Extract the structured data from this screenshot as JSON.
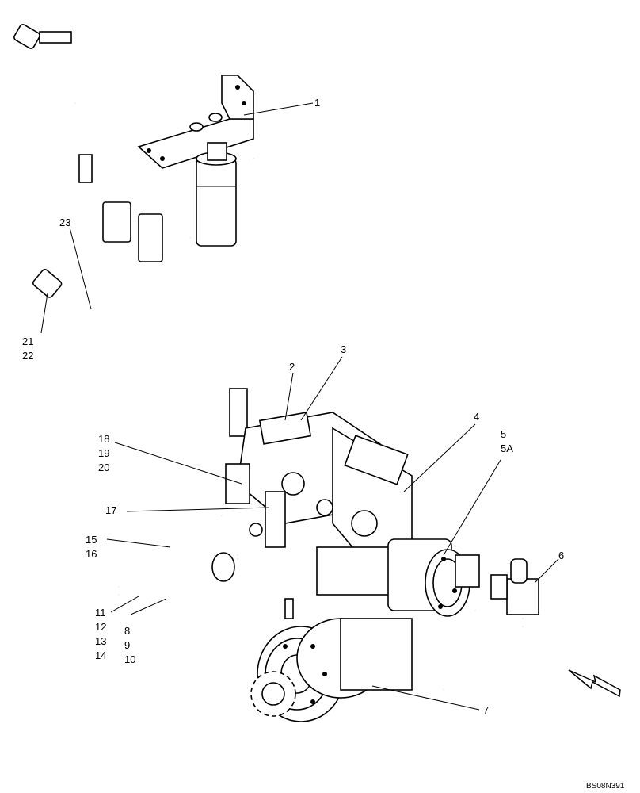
{
  "diagram": {
    "reference_code": "BS08N391",
    "callouts": [
      {
        "id": "c1",
        "lines": [
          "1"
        ]
      },
      {
        "id": "c2",
        "lines": [
          "2"
        ]
      },
      {
        "id": "c3",
        "lines": [
          "3"
        ]
      },
      {
        "id": "c4",
        "lines": [
          "4"
        ]
      },
      {
        "id": "c5",
        "lines": [
          "5",
          "5A"
        ]
      },
      {
        "id": "c6",
        "lines": [
          "6"
        ]
      },
      {
        "id": "c7",
        "lines": [
          "7"
        ]
      },
      {
        "id": "c8",
        "lines": [
          "8",
          "9",
          "10"
        ]
      },
      {
        "id": "c11",
        "lines": [
          "11",
          "12",
          "13",
          "14"
        ]
      },
      {
        "id": "c15",
        "lines": [
          "15",
          "16"
        ]
      },
      {
        "id": "c17",
        "lines": [
          "17"
        ]
      },
      {
        "id": "c18",
        "lines": [
          "18",
          "19",
          "20"
        ]
      },
      {
        "id": "c21",
        "lines": [
          "21",
          "22"
        ]
      },
      {
        "id": "c23",
        "lines": [
          "23"
        ]
      }
    ]
  }
}
